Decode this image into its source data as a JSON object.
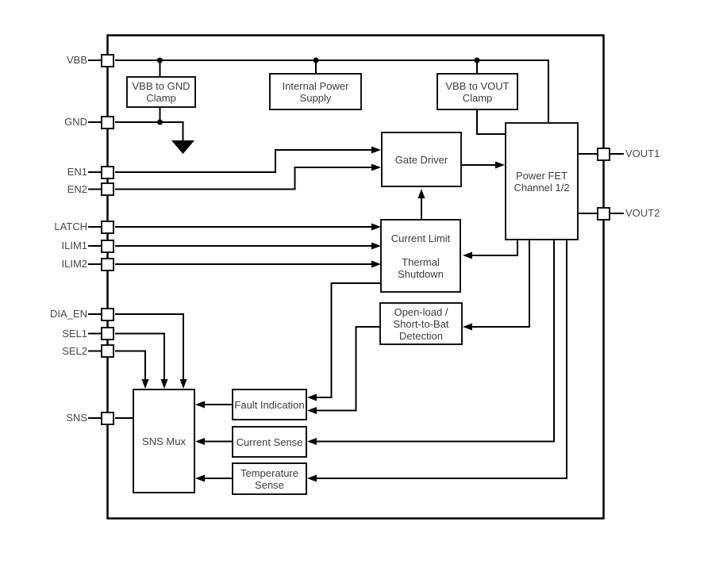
{
  "figure": {
    "type": "functional-block-diagram",
    "colors": {
      "line": "#000000",
      "box_border": "#131313",
      "text": "#3d3d3d",
      "pin_text": "#474747",
      "background": "#ffffff"
    }
  },
  "blocks": {
    "vbb_gnd_clamp": {
      "label": "VBB to GND\nClamp"
    },
    "internal_power_supply": {
      "label": "Internal Power\nSupply"
    },
    "vbb_vout_clamp": {
      "label": "VBB to VOUT\nClamp"
    },
    "gate_driver": {
      "label": "Gate Driver"
    },
    "power_fet": {
      "label": "Power FET\nChannel 1/2"
    },
    "current_limit": {
      "label": "Current Limit\n\nThermal\nShutdown"
    },
    "open_load": {
      "label": "Open-load /\nShort-to-Bat\nDetection"
    },
    "fault_indication": {
      "label": "Fault Indication"
    },
    "current_sense": {
      "label": "Current Sense"
    },
    "temperature_sense": {
      "label": "Temperature\nSense"
    },
    "sns_mux": {
      "label": "SNS Mux"
    }
  },
  "pins": {
    "left": [
      {
        "label": "VBB"
      },
      {
        "label": "GND"
      },
      {
        "label": "EN1"
      },
      {
        "label": "EN2"
      },
      {
        "label": "LATCH"
      },
      {
        "label": "ILIM1"
      },
      {
        "label": "ILIM2"
      },
      {
        "label": "DIA_EN"
      },
      {
        "label": "SEL1"
      },
      {
        "label": "SEL2"
      },
      {
        "label": "SNS"
      }
    ],
    "right": [
      {
        "label": "VOUT1"
      },
      {
        "label": "VOUT2"
      }
    ]
  }
}
